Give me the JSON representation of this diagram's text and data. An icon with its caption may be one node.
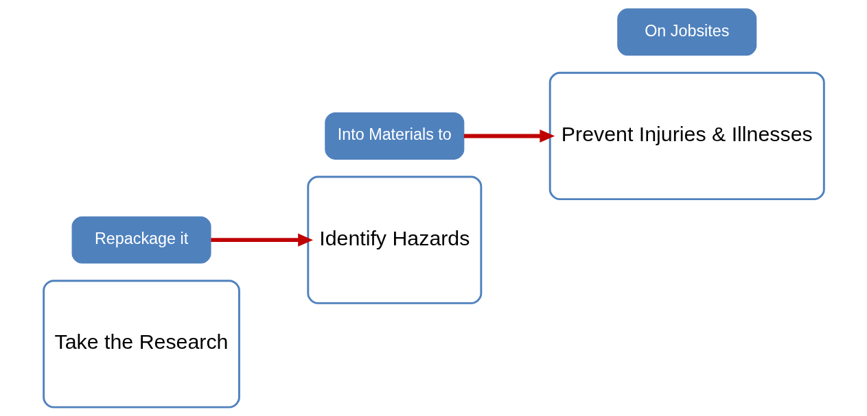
{
  "diagram": {
    "nodes": [
      {
        "text": [
          "Take the Research"
        ]
      },
      {
        "text": [
          "Repackage it"
        ]
      },
      {
        "text": [
          "Into Materials to"
        ]
      },
      {
        "text": [
          "Identify Hazards"
        ]
      },
      {
        "text": [
          "Prevent Injuries & Illnesses"
        ]
      },
      {
        "text": [
          "On Jobsites"
        ]
      }
    ],
    "edges": [
      {
        "from": 1,
        "to": 3,
        "arrow": "to"
      },
      {
        "from": 2,
        "to": 4,
        "arrow": "to"
      }
    ]
  }
}
